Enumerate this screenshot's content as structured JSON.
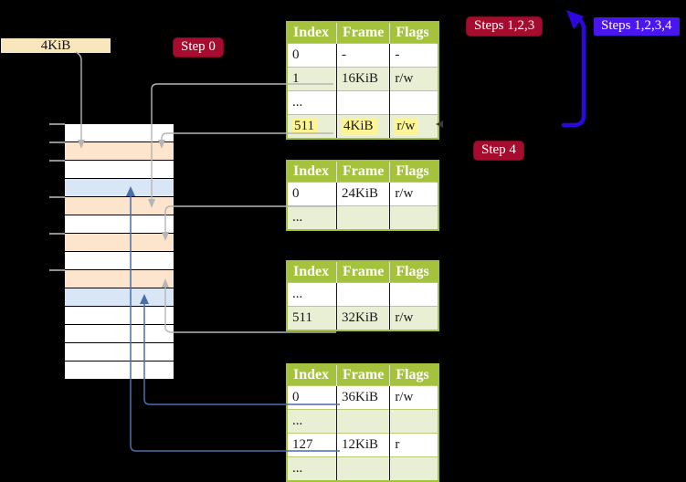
{
  "legend": {
    "label": "4KiB"
  },
  "badges": {
    "step0": {
      "label": "Step 0"
    },
    "steps123": {
      "label": "Steps 1,2,3"
    },
    "steps1234": {
      "label": "Steps 1,2,3,4"
    },
    "step4": {
      "label": "Step 4"
    }
  },
  "memory_column": {
    "cells": [
      "white",
      "peach",
      "white",
      "blue",
      "peach",
      "white",
      "peach",
      "white",
      "peach",
      "blue",
      "white",
      "white",
      "white",
      "white"
    ]
  },
  "tables": [
    {
      "name": "page-table-level-1",
      "headers": [
        "Index",
        "Frame",
        "Flags"
      ],
      "rows": [
        {
          "cells": [
            "0",
            "-",
            "-"
          ],
          "shade": false,
          "highlight": false
        },
        {
          "cells": [
            "1",
            "16KiB",
            "r/w"
          ],
          "shade": true,
          "highlight": false
        },
        {
          "cells": [
            "...",
            "",
            ""
          ],
          "shade": false,
          "highlight": false
        },
        {
          "cells": [
            "511",
            "4KiB",
            "r/w"
          ],
          "shade": true,
          "highlight": true
        }
      ]
    },
    {
      "name": "page-table-level-2",
      "headers": [
        "Index",
        "Frame",
        "Flags"
      ],
      "rows": [
        {
          "cells": [
            "0",
            "24KiB",
            "r/w"
          ],
          "shade": false,
          "highlight": false
        },
        {
          "cells": [
            "...",
            "",
            ""
          ],
          "shade": true,
          "highlight": false
        }
      ]
    },
    {
      "name": "page-table-level-3",
      "headers": [
        "Index",
        "Frame",
        "Flags"
      ],
      "rows": [
        {
          "cells": [
            "...",
            "",
            ""
          ],
          "shade": false,
          "highlight": false
        },
        {
          "cells": [
            "511",
            "32KiB",
            "r/w"
          ],
          "shade": true,
          "highlight": false
        }
      ]
    },
    {
      "name": "page-table-level-4",
      "headers": [
        "Index",
        "Frame",
        "Flags"
      ],
      "rows": [
        {
          "cells": [
            "0",
            "36KiB",
            "r/w"
          ],
          "shade": false,
          "highlight": false
        },
        {
          "cells": [
            "...",
            "",
            ""
          ],
          "shade": true,
          "highlight": false
        },
        {
          "cells": [
            "127",
            "12KiB",
            "r"
          ],
          "shade": false,
          "highlight": false
        },
        {
          "cells": [
            "...",
            "",
            ""
          ],
          "shade": true,
          "highlight": false
        }
      ]
    }
  ],
  "colors": {
    "background": "#000000",
    "table_header_green": "#a5c23c",
    "table_row_green": "#e9efd4",
    "highlight_yellow": "#fdf593",
    "legend_wheat": "#f8e6bd",
    "memory_peach": "#fce5cc",
    "memory_blue": "#d9e6f6",
    "badge_red": "#a60c2e",
    "badge_blue": "#4a16f0",
    "arrow_gray": "#b5b5b5",
    "arrow_steel_blue": "#4a6fa8",
    "arrow_thick_blue": "#2e07dd"
  }
}
